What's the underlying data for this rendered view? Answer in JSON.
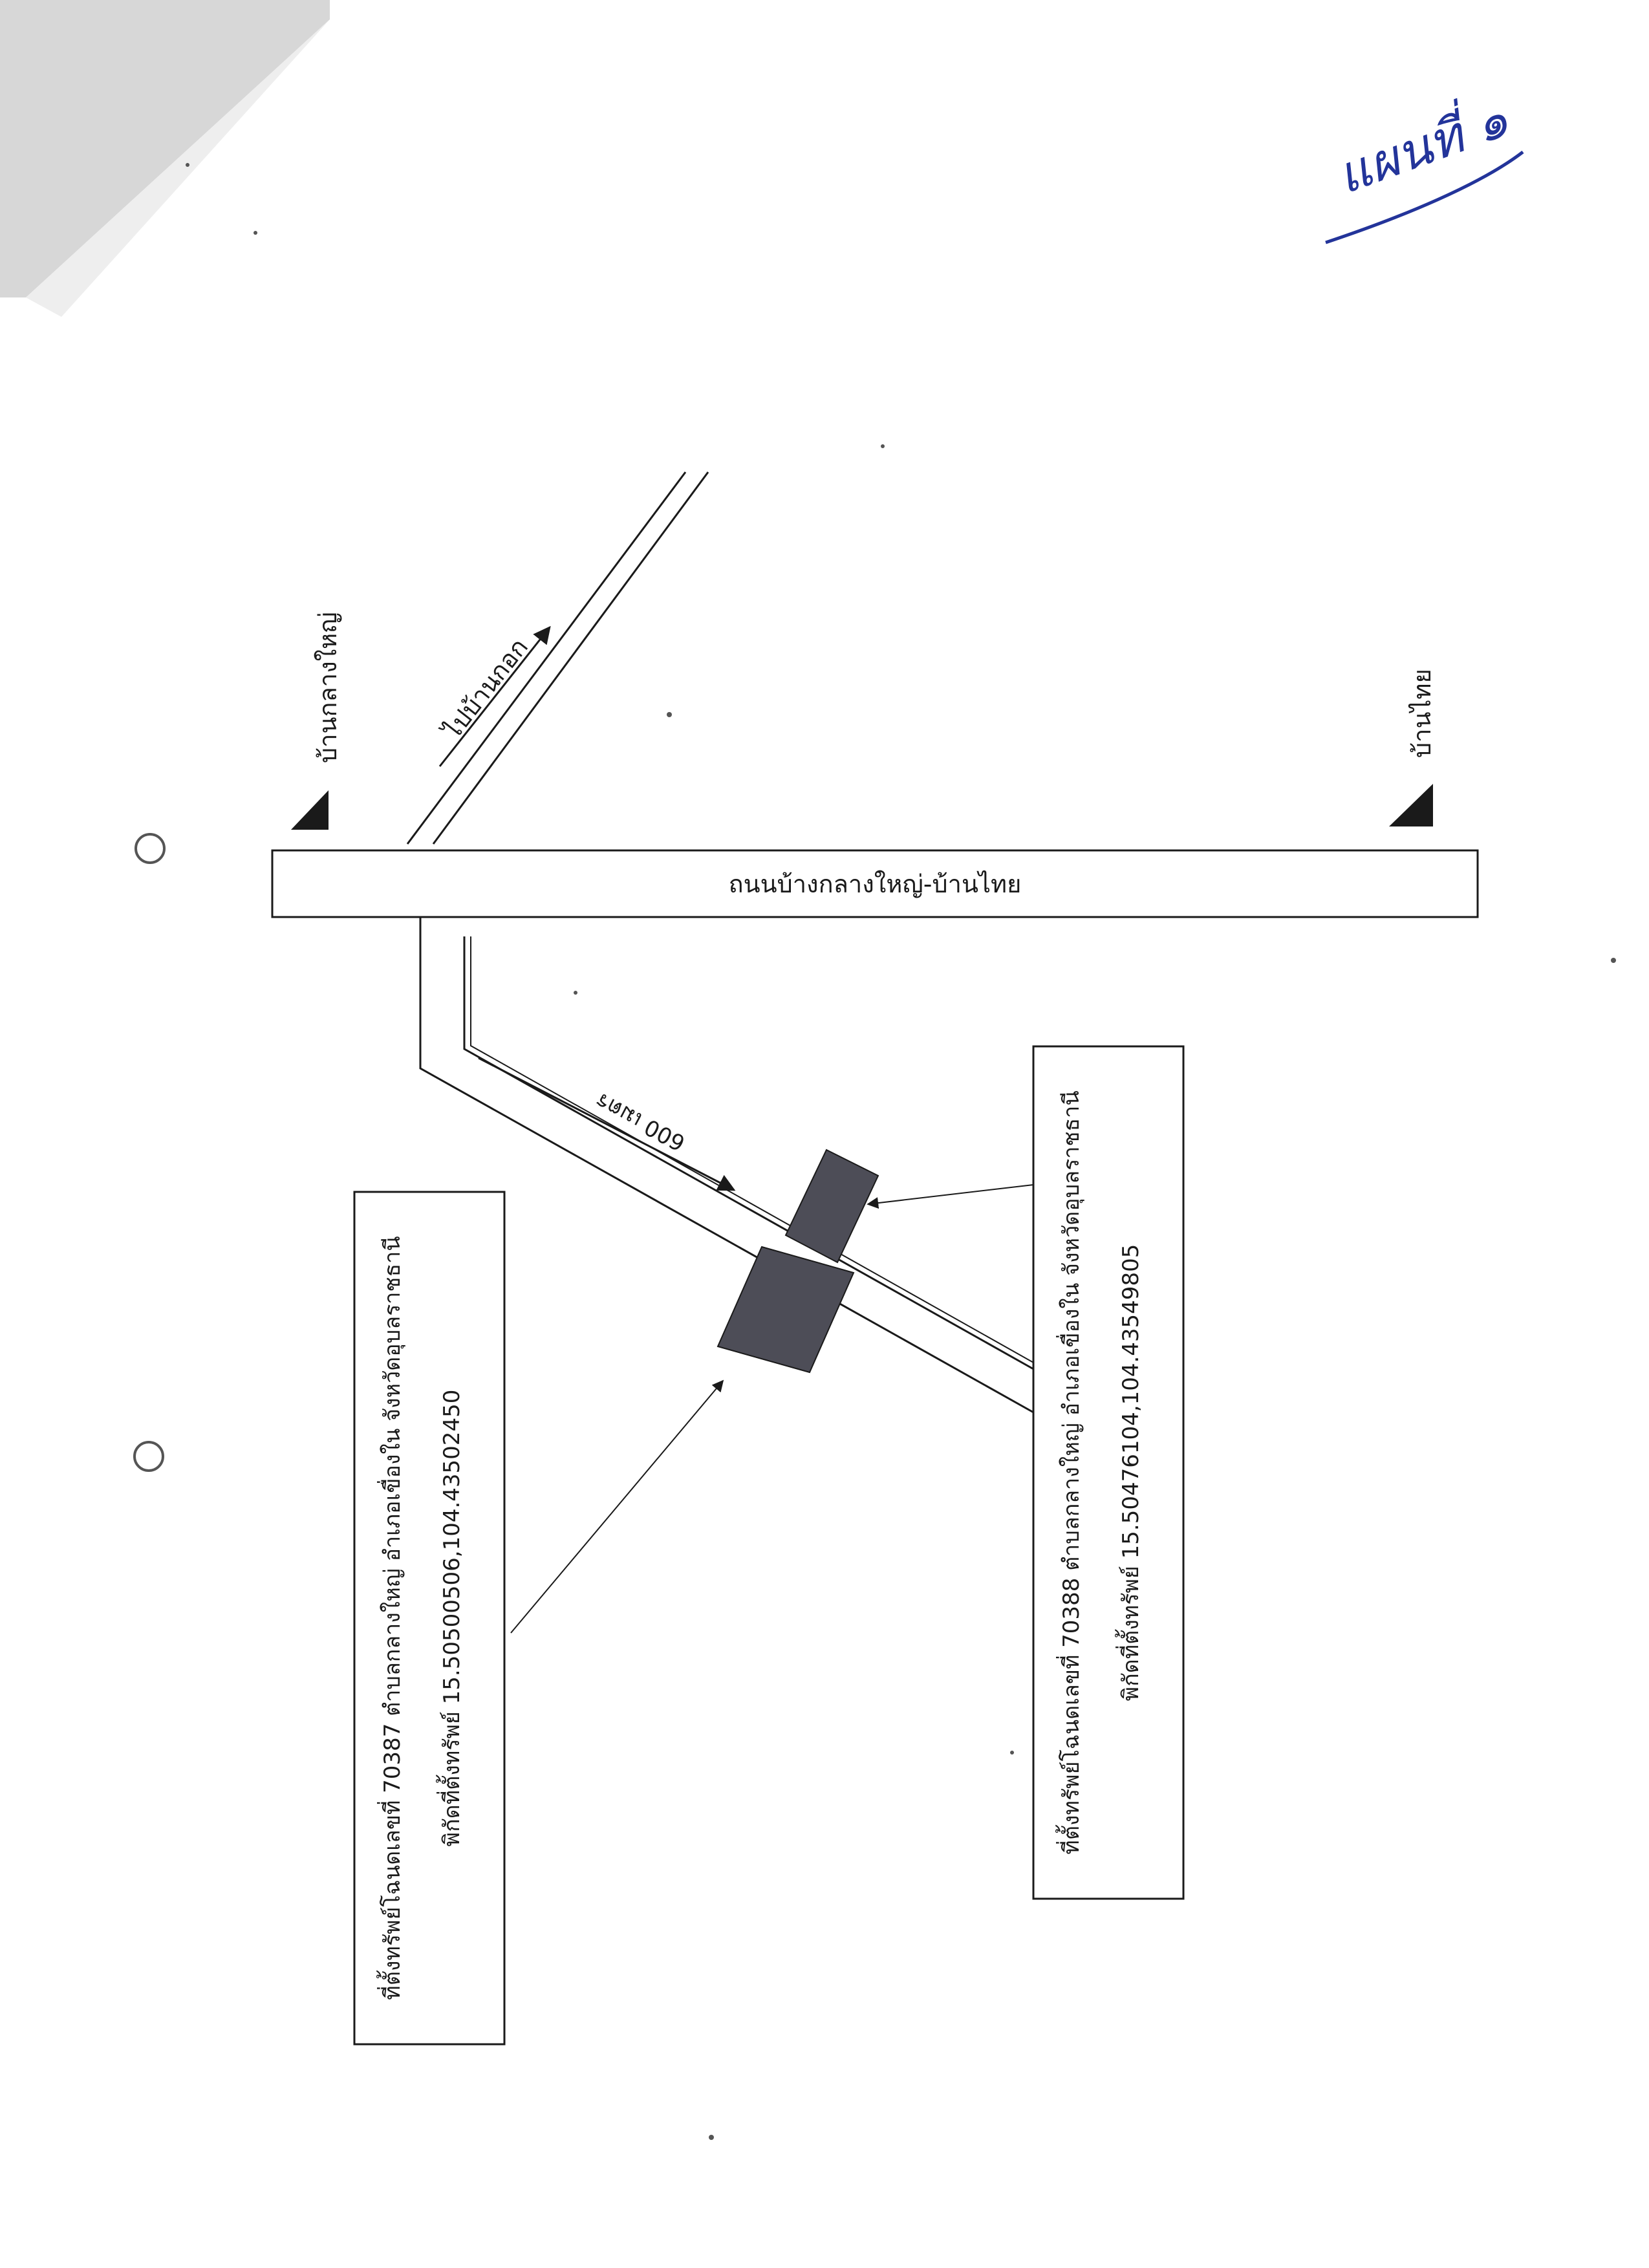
{
  "map": {
    "main_road_label": "ถนนบ้างกลางใหญ่-บ้านไทย",
    "village_left": "บ้านกลางใหญ่",
    "village_right": "บ้านไทย",
    "branch_road_label": "ไปบ้านกอก",
    "distance_label": "600 เมตร",
    "parcel_1": {
      "line_1": "ที่ตั้งทรัพย์โฉนดเลขที่ 70387 ตำบลกลางใหญ่ อำเภอเขื่องใน จังหวัดอุบลราชธานี",
      "line_2": "พิกัดที่ตั้งทรัพย์ 15.50500506,104.43502450"
    },
    "parcel_2": {
      "line_1": "ที่ตั้งทรัพย์โฉนดเลขที่ 70388 ตำบลกลางใหญ่ อำเภอเขื่องใน จังหวัดอุบลราชธานี",
      "line_2": "พิกัดที่ตั้งทรัพย์ 15.50476104,104.43549805"
    }
  },
  "annotation": {
    "handwritten_note": "แผนที่ ๑"
  },
  "colors": {
    "line": "#1a1a1a",
    "parcel_fill": "#4d4d57",
    "ink_blue": "#23349a",
    "paper": "#ffffff",
    "scan_background": "#d7d7d7"
  }
}
